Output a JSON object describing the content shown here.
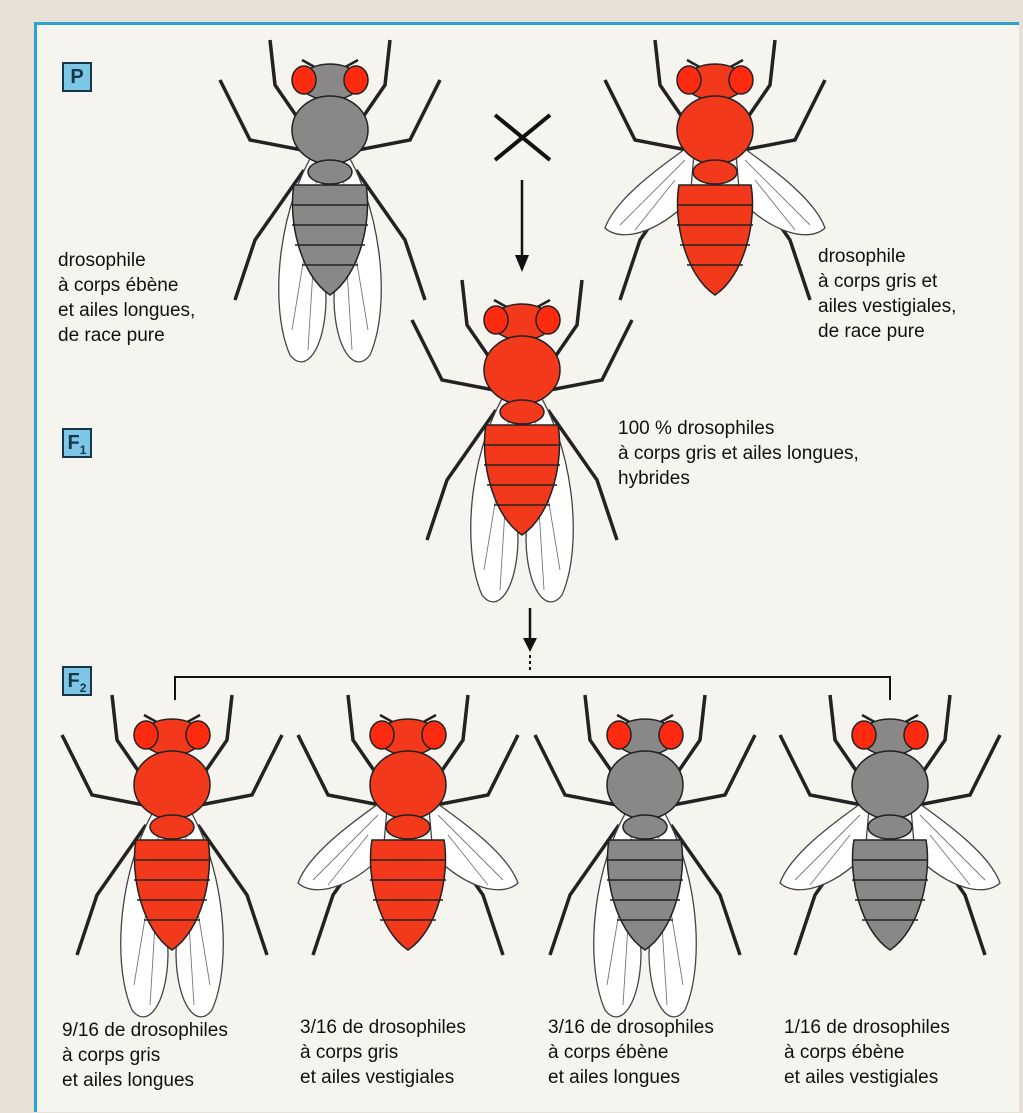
{
  "generations": {
    "p": "P",
    "f1": "F",
    "f1_sub": "1",
    "f2": "F",
    "f2_sub": "2"
  },
  "parents": {
    "left_caption": "drosophile\nà corps ébène\net ailes longues,\nde race pure",
    "right_caption": "drosophile\nà corps gris et\nailes vestigiales,\nde race pure"
  },
  "f1": {
    "caption": "100 % drosophiles\nà corps gris et ailes longues,\nhybrides"
  },
  "f2": [
    {
      "caption": "9/16 de drosophiles\nà corps gris\net ailes longues"
    },
    {
      "caption": "3/16 de drosophiles\nà corps gris\net ailes vestigiales"
    },
    {
      "caption": "3/16 de drosophiles\nà corps ébène\net ailes longues"
    },
    {
      "caption": "1/16 de drosophiles\nà corps ébène\net ailes vestigiales"
    }
  ],
  "colors": {
    "grey_body": "#8a8787",
    "red_body": "#f2391c",
    "eye": "#ff2a10",
    "accent": "#2aa1cf"
  }
}
